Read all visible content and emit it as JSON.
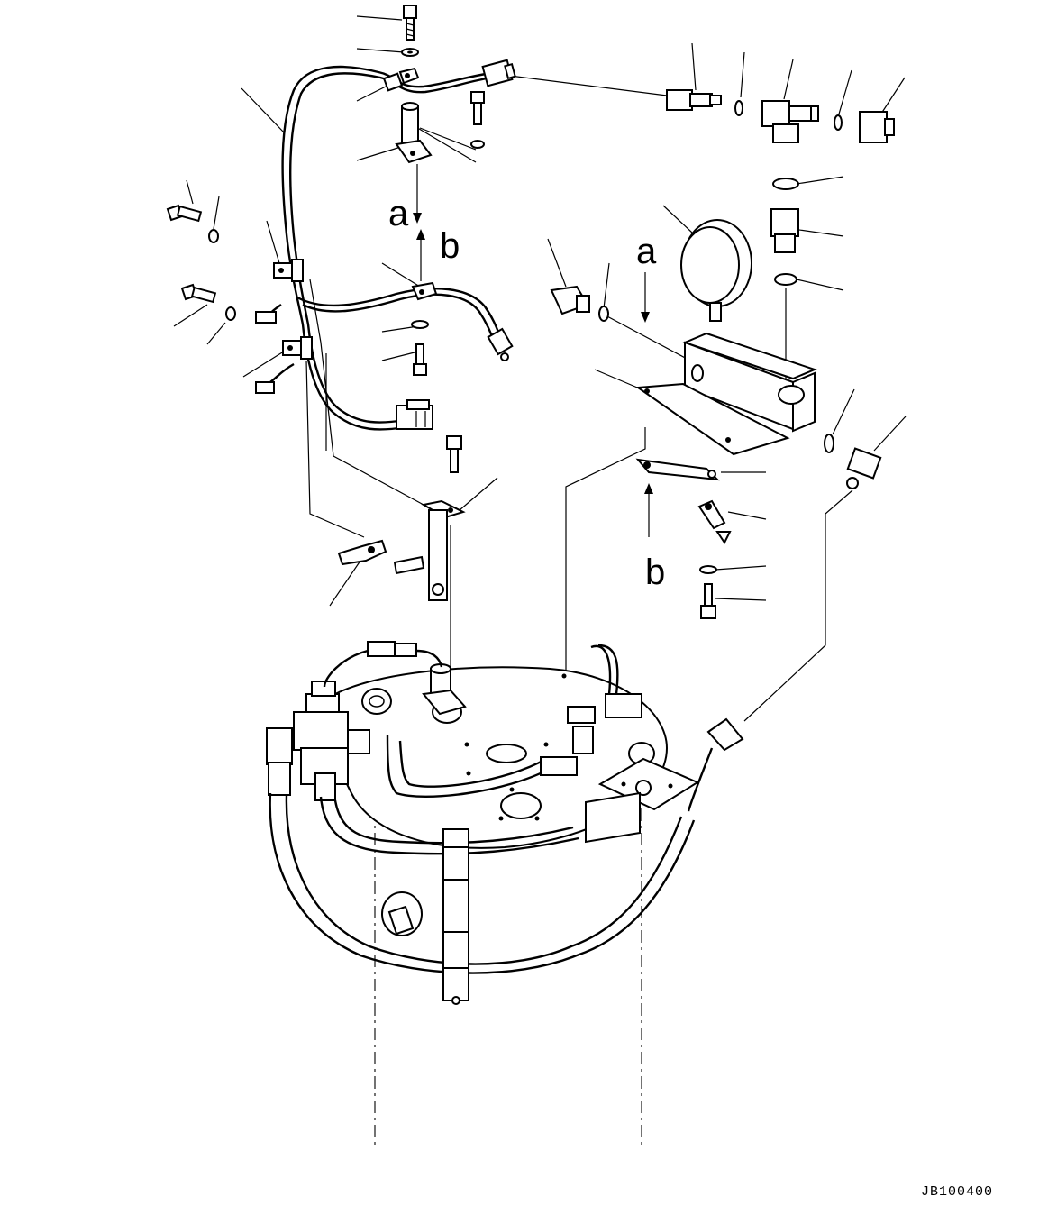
{
  "diagram": {
    "view_letters": [
      "a",
      "b",
      "a",
      "b"
    ],
    "drawing_code": "JB100400"
  }
}
